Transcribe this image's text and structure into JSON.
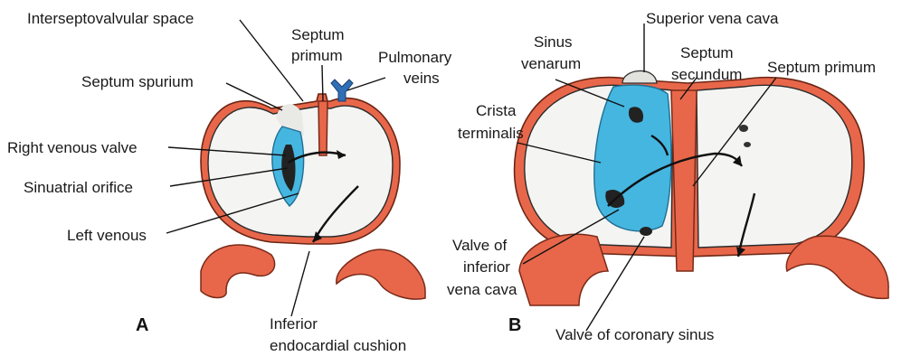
{
  "panels": {
    "a": {
      "letter": "A",
      "labels": {
        "interseptovalvular_space": "Interseptovalvular space",
        "septum_primum_1": "Septum",
        "septum_primum_2": "primum",
        "pulmonary_veins_1": "Pulmonary",
        "pulmonary_veins_2": "veins",
        "septum_spurium": "Septum spurium",
        "right_venous_valve": "Right venous valve",
        "sinuatrial_orifice": "Sinuatrial orifice",
        "left_venous": "Left venous",
        "inferior_cushion_1": "Inferior",
        "inferior_cushion_2": "endocardial cushion"
      }
    },
    "b": {
      "letter": "B",
      "labels": {
        "superior_vena_cava": "Superior vena cava",
        "sinus_venarum_1": "Sinus",
        "sinus_venarum_2": "venarum",
        "septum_secundum_1": "Septum",
        "septum_secundum_2": "secundum",
        "septum_primum": "Septum primum",
        "crista_terminalis_1": "Crista",
        "crista_terminalis_2": "terminalis",
        "valve_ivc_1": "Valve of",
        "valve_ivc_2": "inferior",
        "valve_ivc_3": "vena cava",
        "valve_coronary_sinus": "Valve of coronary sinus"
      }
    }
  },
  "colors": {
    "tissue_cut": "#e8674a",
    "venous_valve_tissue": "#45b6e0",
    "cavity": "#f4f4f2"
  }
}
